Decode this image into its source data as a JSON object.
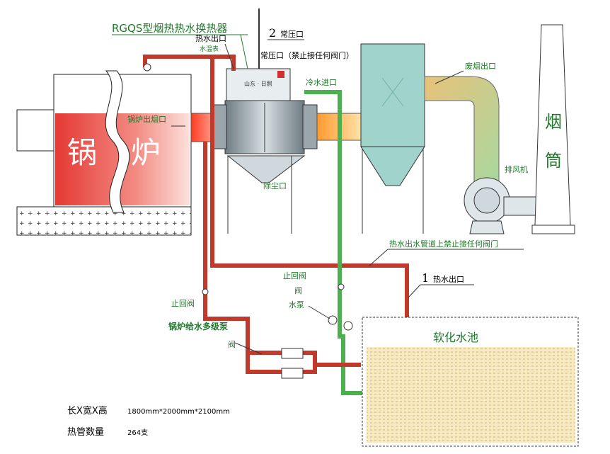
{
  "title": "RGQS型烟热热水换热器",
  "labels": {
    "hot_water_out_small": "热水出口",
    "water_level": "水温表",
    "pressure_num": "2",
    "pressure_port": "常压口",
    "pressure_note": "常压口（禁止接任何阀门）",
    "cold_water_in": "冷水进口",
    "boiler_flue_out": "锅炉出烟口",
    "waste_smoke_out": "废烟出口",
    "chimney_1": "烟",
    "chimney_2": "筒",
    "fan": "排风机",
    "dust_out": "除尘口",
    "boiler_1": "锅",
    "boiler_2": "炉",
    "pipe_warning": "热水出水管道上禁止接任何阀门",
    "check_valve_1": "止回阀",
    "valve_1": "阀",
    "pump": "水泵",
    "hot_water_out_num": "1",
    "hot_water_out_big": "热水出口",
    "check_valve_2": "止回阀",
    "feed_pump": "锅炉给水多级泵",
    "valve_2": "阀",
    "pool": "软化水池",
    "unit_brand": "山东 · 日照"
  },
  "specs": {
    "size_label": "长X宽X高",
    "size_value": "1800mm*2000mm*2100mm",
    "tubes_label": "热管数量",
    "tubes_value": "264支"
  },
  "colors": {
    "pipe_red": "#c0392b",
    "pipe_green": "#4caf50",
    "label_green": "#1f7a2a",
    "equipment_gray": "#9aa6ab",
    "separator_teal": "#9fd3cc"
  }
}
